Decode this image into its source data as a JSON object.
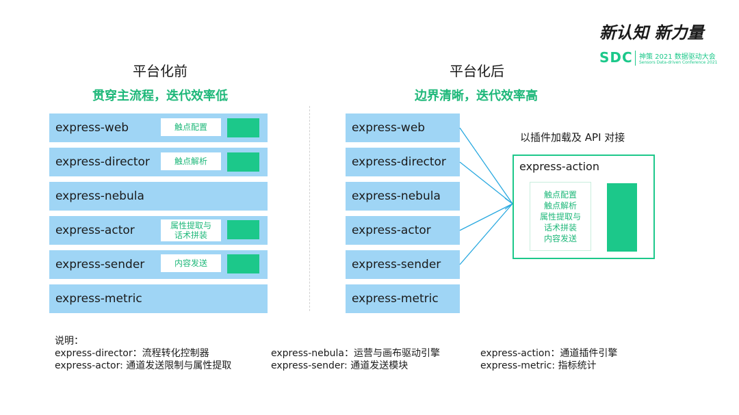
{
  "logo": {
    "slogan": "新认知 新力量",
    "badge": "SDC",
    "event_cn": "神策 2021 数据驱动大会",
    "event_en": "Sensors Data-driven Conference 2021"
  },
  "left": {
    "title": "平台化前",
    "subtitle": "贯穿主流程，迭代效率低",
    "modules": [
      {
        "name": "express-web",
        "tag": "触点配置"
      },
      {
        "name": "express-director",
        "tag": "触点解析"
      },
      {
        "name": "express-nebula",
        "tag": ""
      },
      {
        "name": "express-actor",
        "tag": "属性提取与\n话术拼装"
      },
      {
        "name": "express-sender",
        "tag": "内容发送"
      },
      {
        "name": "express-metric",
        "tag": ""
      }
    ]
  },
  "right": {
    "title": "平台化后",
    "subtitle": "边界清晰，迭代效率高",
    "modules": [
      "express-web",
      "express-director",
      "express-nebula",
      "express-actor",
      "express-sender",
      "express-metric"
    ],
    "plugin_caption": "以插件加载及 API 对接",
    "action": {
      "title": "express-action",
      "features": [
        "触点配置",
        "触点解析",
        "属性提取与",
        "话术拼装",
        "内容发送"
      ]
    }
  },
  "notes": {
    "heading": "说明：",
    "items": [
      "express-director：流程转化控制器",
      "express-actor: 通道发送限制与属性提取",
      "express-nebula：运营与画布驱动引擎",
      "express-sender: 通道发送模块",
      "express-action：通道插件引擎",
      "express-metric: 指标统计"
    ]
  },
  "colors": {
    "bar": "#9fd5f5",
    "accent": "#1cc88a",
    "accent_text": "#1fb87a"
  }
}
